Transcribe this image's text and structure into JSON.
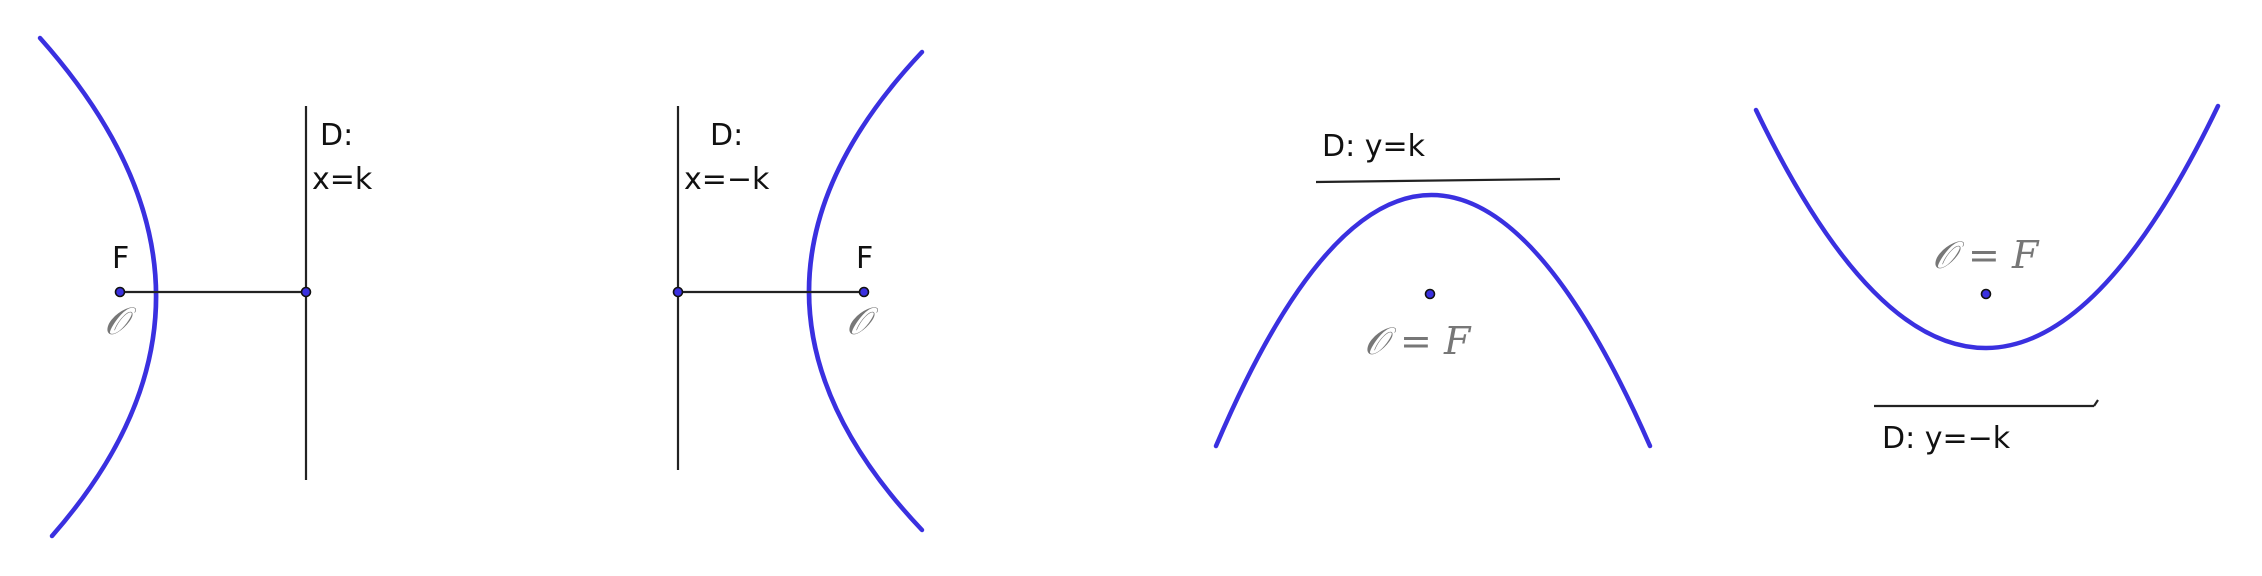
{
  "colors": {
    "curve": "#3a30e0",
    "point": "#3a30e0",
    "line": "#222222",
    "text": "#111111",
    "math": "#777777"
  },
  "panels": [
    {
      "directrix_label_1": "D:",
      "directrix_label_2": "x=k",
      "focus_label": "F",
      "origin_label": "𝒪"
    },
    {
      "directrix_label_1": "D:",
      "directrix_label_2": "x=−k",
      "focus_label": "F",
      "origin_label": "𝒪"
    },
    {
      "directrix_label": "D:  y=k",
      "origin_focus_label": "𝒪 = F"
    },
    {
      "directrix_label": "D:  y=−k",
      "origin_focus_label": "𝒪 = F"
    }
  ]
}
